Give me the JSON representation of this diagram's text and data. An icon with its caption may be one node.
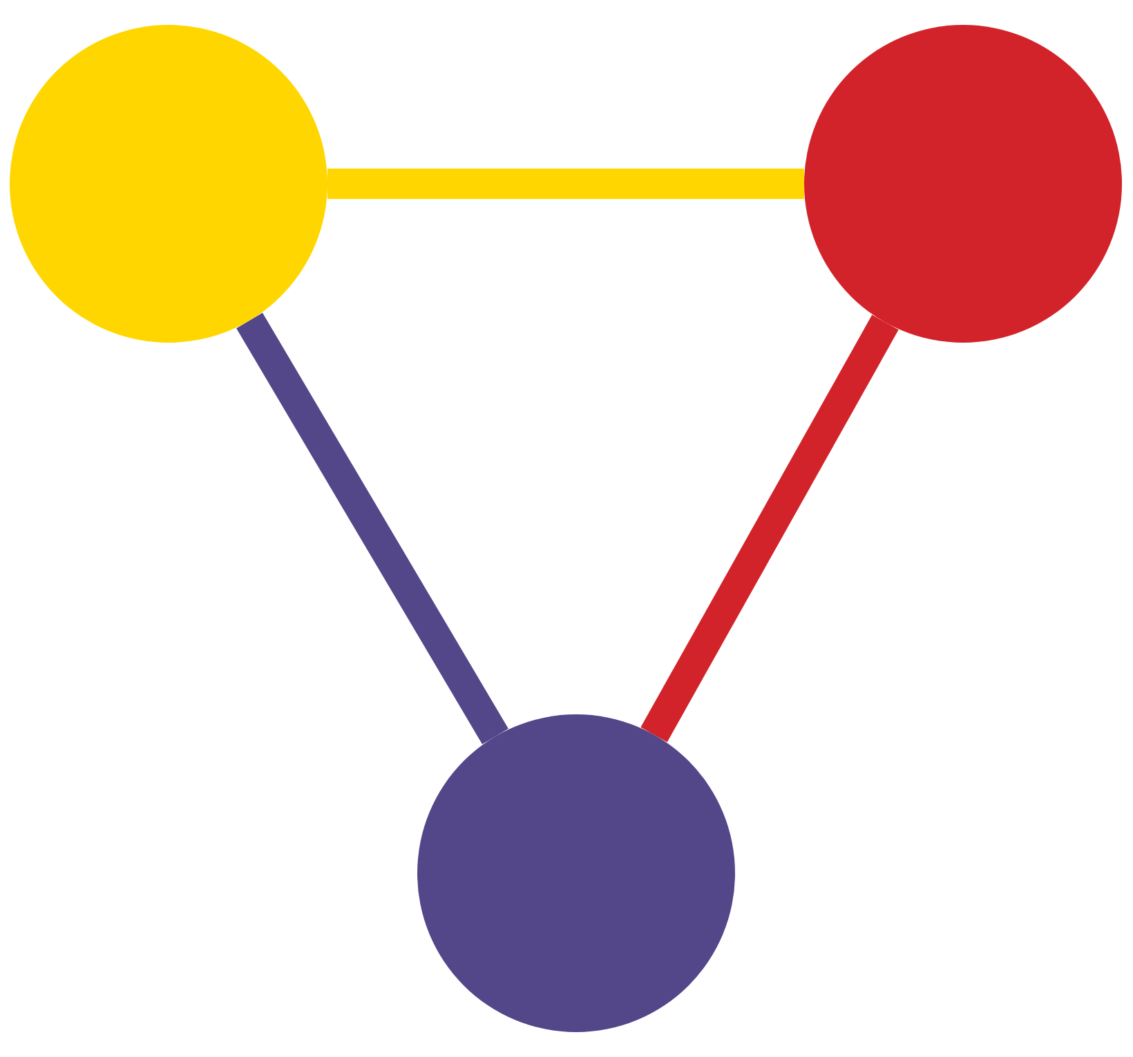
{
  "diagram": {
    "nodes": [
      {
        "text": [],
        "shape": "circle"
      },
      {
        "text": [],
        "shape": "circle"
      },
      {
        "text": [],
        "shape": "circle"
      }
    ],
    "edges": [
      {
        "from": 0,
        "to": 1,
        "arrow": "none",
        "color": "#ffd600"
      },
      {
        "from": 0,
        "to": 2,
        "arrow": "none",
        "color": "#534789"
      },
      {
        "from": 1,
        "to": 2,
        "arrow": "none",
        "color": "#d2232a"
      }
    ]
  }
}
